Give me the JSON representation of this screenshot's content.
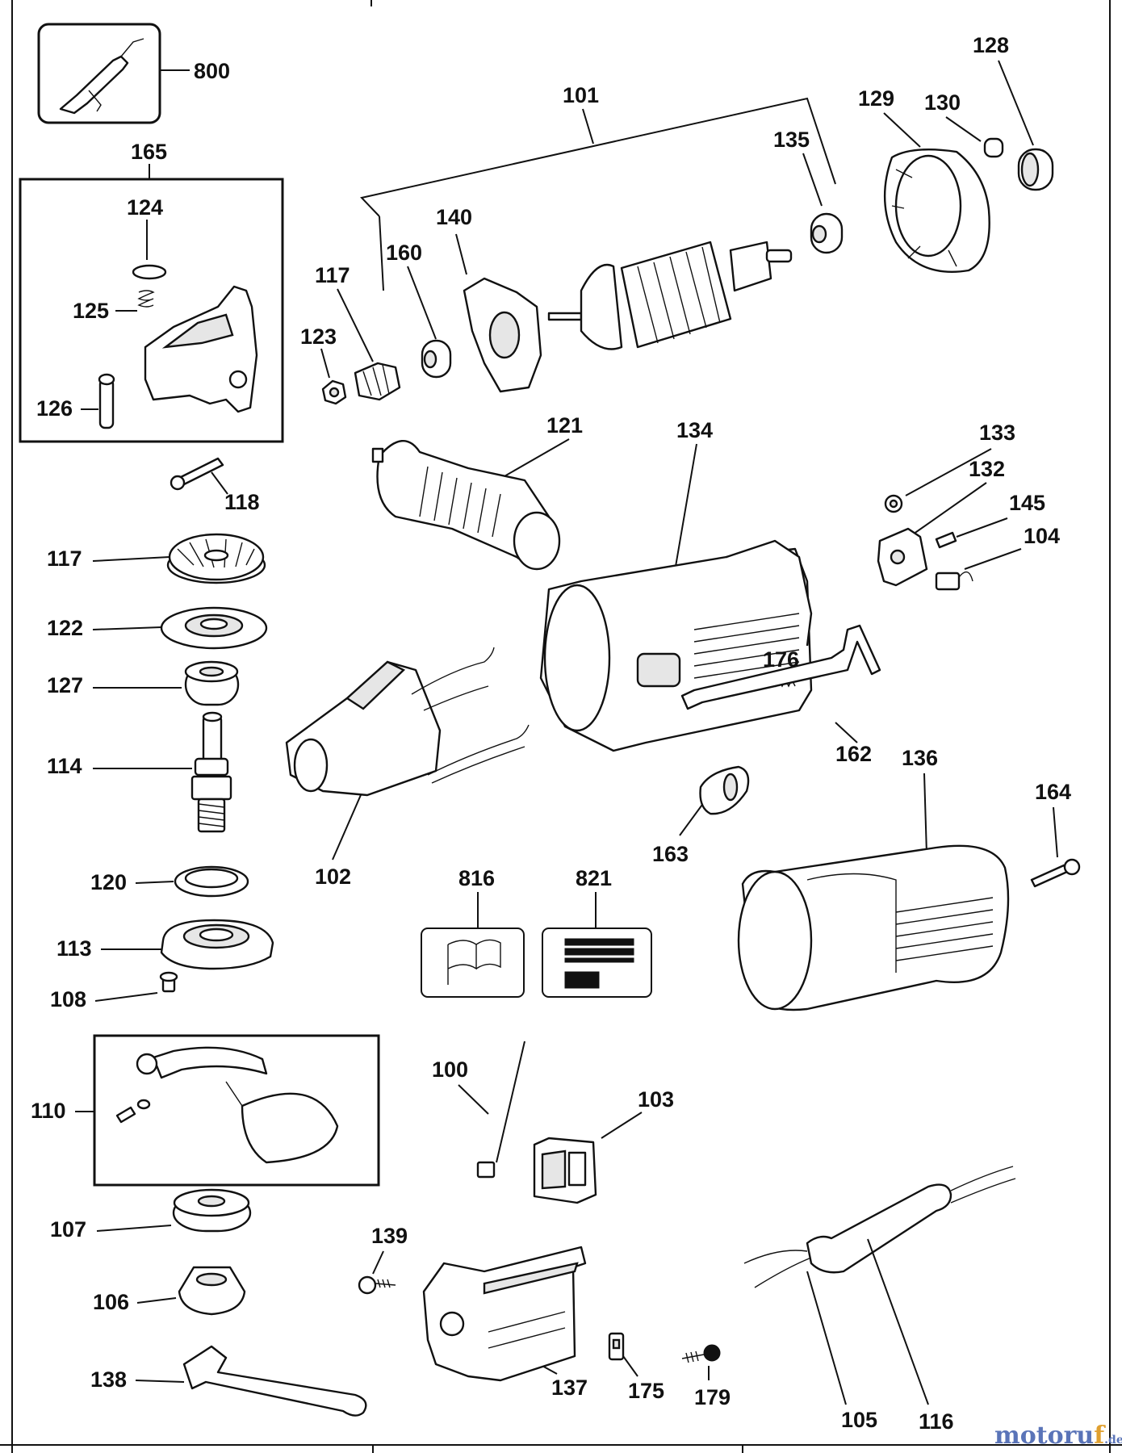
{
  "labels": {
    "p800": "800",
    "p165": "165",
    "p124": "124",
    "p125": "125",
    "p126": "126",
    "p118": "118",
    "p117a": "117",
    "p117b": "117",
    "p122": "122",
    "p127": "127",
    "p114": "114",
    "p120": "120",
    "p113": "113",
    "p108": "108",
    "p110": "110",
    "p107": "107",
    "p106": "106",
    "p138": "138",
    "p101": "101",
    "p135": "135",
    "p140": "140",
    "p160": "160",
    "p123": "123",
    "p129": "129",
    "p130": "130",
    "p128": "128",
    "p121": "121",
    "p134": "134",
    "p133": "133",
    "p132": "132",
    "p145": "145",
    "p104": "104",
    "p176": "176",
    "p162": "162",
    "p102": "102",
    "p163": "163",
    "p136": "136",
    "p164": "164",
    "p816": "816",
    "p821": "821",
    "p100": "100",
    "p103": "103",
    "p139": "139",
    "p137": "137",
    "p175": "175",
    "p179": "179",
    "p105": "105",
    "p116": "116"
  },
  "watermark": {
    "brand": "motoru",
    "brand_accent": "f",
    "suffix": ".de"
  }
}
